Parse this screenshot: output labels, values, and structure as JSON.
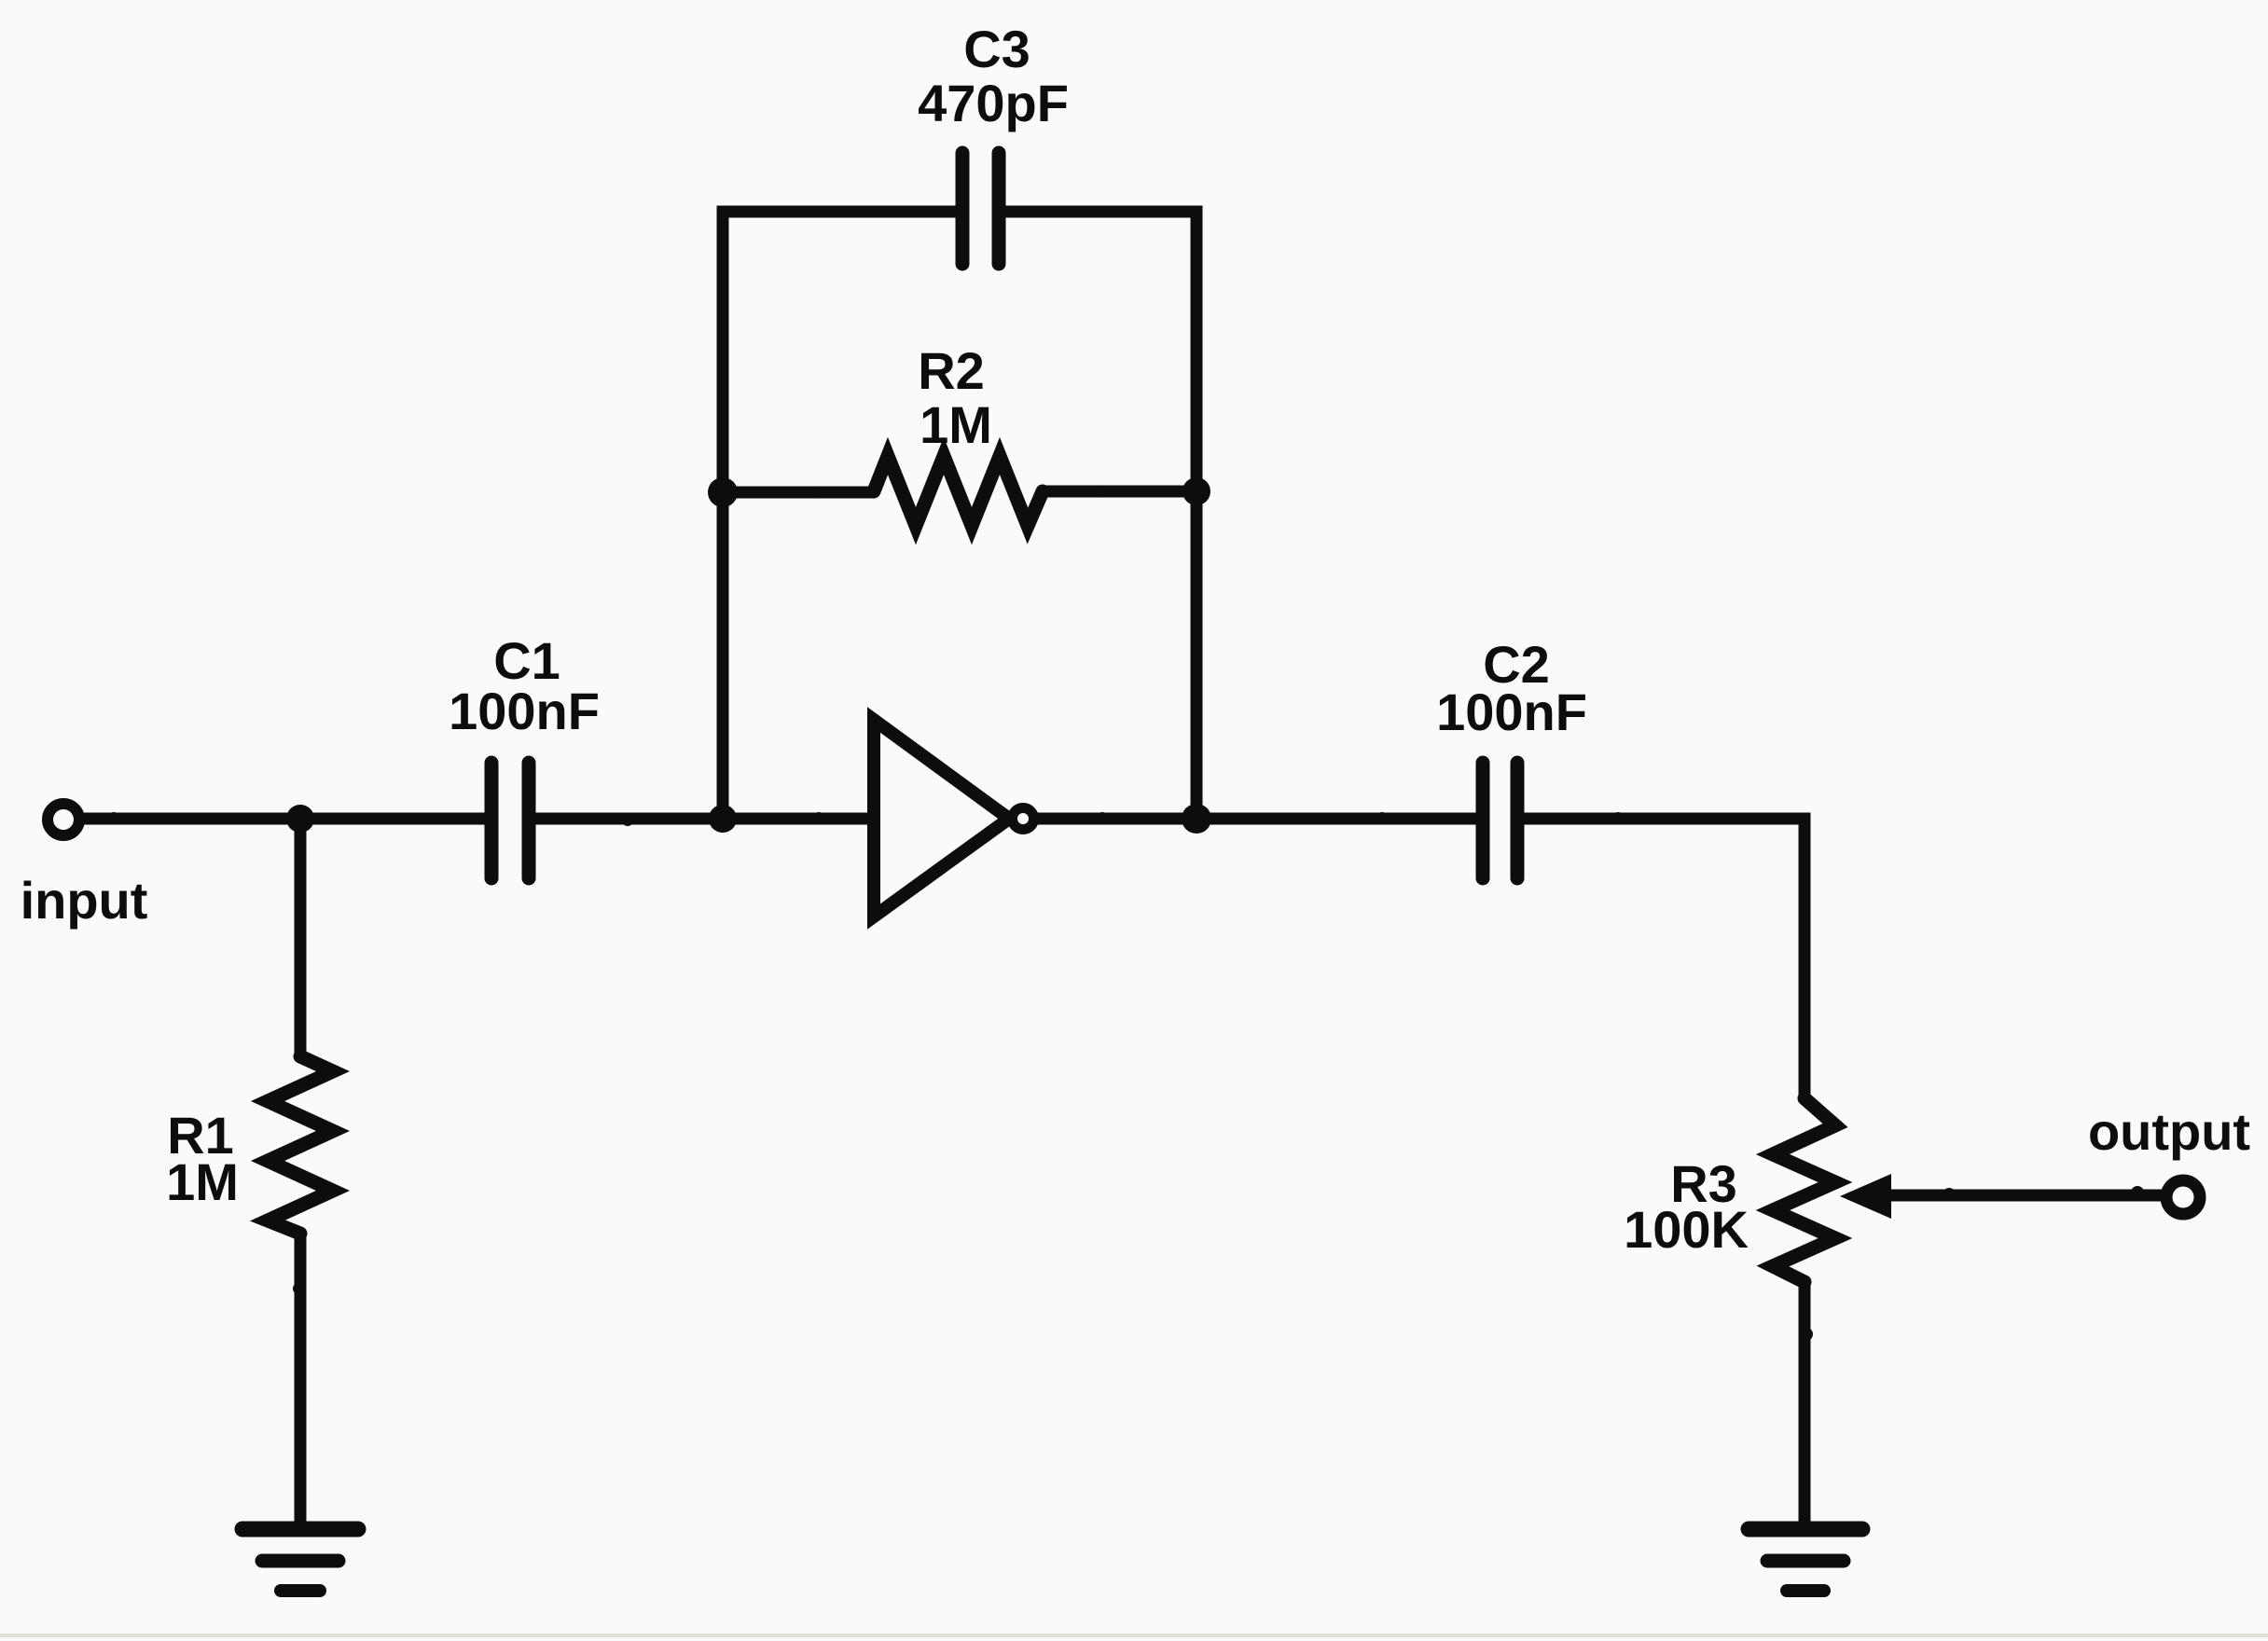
{
  "colors": {
    "background": "#fafaf8",
    "line": "#0d0d0d"
  },
  "terminals": {
    "input": {
      "label": "input"
    },
    "output": {
      "label": "output"
    }
  },
  "components": [
    {
      "id": "C3",
      "type": "capacitor",
      "name": "C3",
      "value": "470pF"
    },
    {
      "id": "R2",
      "type": "resistor",
      "name": "R2",
      "value": "1M"
    },
    {
      "id": "C1",
      "type": "capacitor",
      "name": "C1",
      "value": "100nF"
    },
    {
      "id": "C2",
      "type": "capacitor",
      "name": "C2",
      "value": "100nF"
    },
    {
      "id": "R1",
      "type": "resistor",
      "name": "R1",
      "value": "1M"
    },
    {
      "id": "R3",
      "type": "potentiometer",
      "name": "R3",
      "value": "100K"
    }
  ]
}
